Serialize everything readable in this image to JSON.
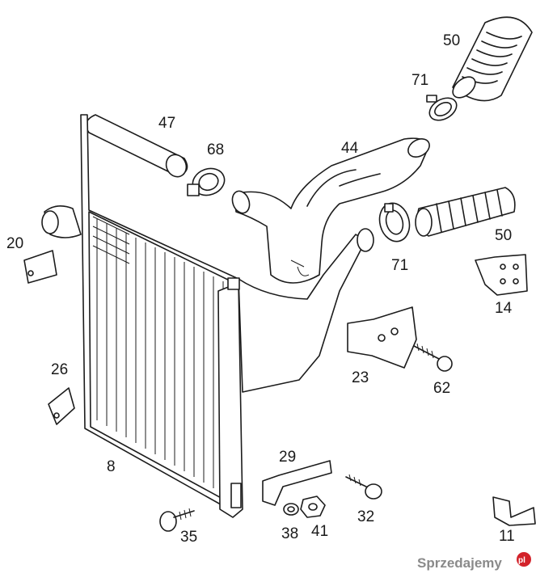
{
  "labels": {
    "p50_top": "50",
    "p71_top": "71",
    "p47": "47",
    "p68": "68",
    "p44": "44",
    "p20": "20",
    "p71_mid": "71",
    "p50_mid": "50",
    "p14": "14",
    "p23": "23",
    "p62": "62",
    "p26": "26",
    "p8": "8",
    "p29": "29",
    "p32": "32",
    "p38": "38",
    "p41": "41",
    "p35": "35",
    "p11": "11"
  },
  "watermark": {
    "text": "Sprzedajemy",
    "badge": "pl"
  },
  "colors": {
    "line": "#1c1c1c",
    "watermark_text": "#8a8a8a",
    "watermark_badge": "#d3222a"
  }
}
